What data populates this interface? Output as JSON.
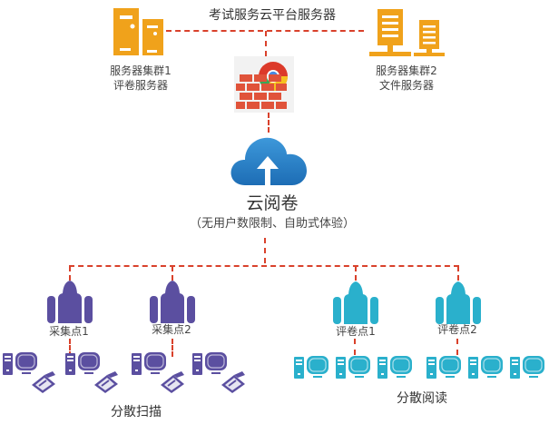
{
  "title": "考试服务云平台服务器",
  "server_cluster_1": {
    "line1": "服务器集群1",
    "line2": "评卷服务器"
  },
  "server_cluster_2": {
    "line1": "服务器集群2",
    "line2": "文件服务器"
  },
  "cloud": {
    "name": "云阅卷",
    "subtitle": "（无用户数限制、自助式体验）"
  },
  "collection_points": [
    {
      "label": "采集点1"
    },
    {
      "label": "采集点2"
    }
  ],
  "marking_points": [
    {
      "label": "评卷点1"
    },
    {
      "label": "评卷点2"
    }
  ],
  "sections": {
    "scan": "分散扫描",
    "read": "分散阅读"
  },
  "colors": {
    "server": "#f0a21b",
    "line": "#d9412b",
    "cloud": "#2a7fc4",
    "collection": "#5b4fa0",
    "marking": "#2ab0cc",
    "firewall": "#e0533a"
  }
}
